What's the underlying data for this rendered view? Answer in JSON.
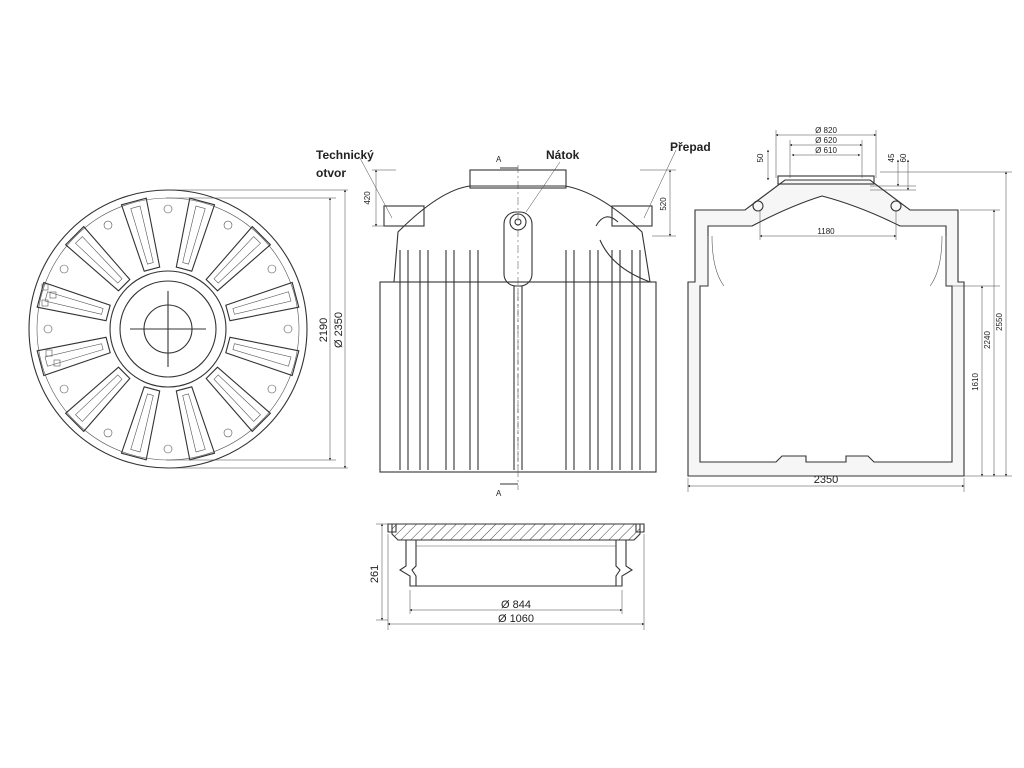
{
  "labels": {
    "technical_opening_line1": "Technický",
    "technical_opening_line2": "otvor",
    "inflow": "Nátok",
    "overflow": "Přepad"
  },
  "plan_view": {
    "dim_inner_diameter": "2190",
    "dim_outer_diameter": "Ø 2350"
  },
  "side_view": {
    "dim_left_height": "420",
    "dim_right_height": "520",
    "section_mark_top": "A",
    "section_mark_bottom": "A"
  },
  "section_view": {
    "dim_d820": "Ø 820",
    "dim_d620": "Ø 620",
    "dim_d610": "Ø 610",
    "dim_50": "50",
    "dim_45": "45",
    "dim_60": "60",
    "dim_1180": "1180",
    "dim_1610": "1610",
    "dim_2240": "2240",
    "dim_2550": "2550",
    "dim_2350": "2350"
  },
  "lid_view": {
    "dim_height": "261",
    "dim_d844": "Ø 844",
    "dim_d1060": "Ø 1060"
  },
  "colors": {
    "line": "#333333",
    "background": "#ffffff"
  }
}
